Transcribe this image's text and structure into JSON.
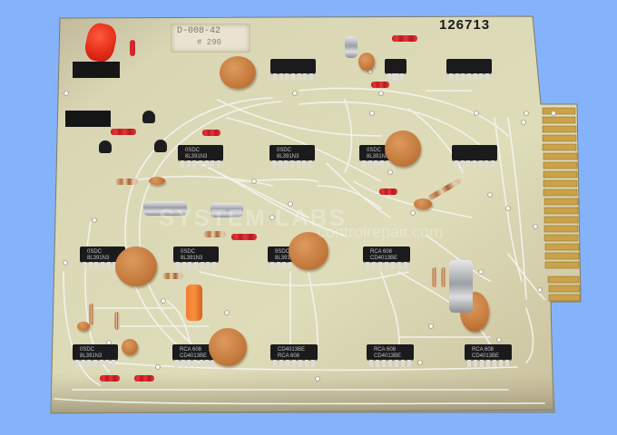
{
  "image": {
    "subject": "Printed circuit board with edge connector",
    "background_color": "#85b3fb",
    "board_color": "#d8d5b0"
  },
  "board": {
    "serial_number": "126713",
    "label_sticker": {
      "line1": "D-008-42 ",
      "line2": "# 290"
    }
  },
  "watermark": {
    "line1": "SYSTEM LABS",
    "line2": "controlrepair.com"
  },
  "ics": [
    {
      "id": "U1",
      "text": ""
    },
    {
      "id": "U2",
      "text": "0SDC\n8L391N3"
    },
    {
      "id": "U3",
      "text": "0SDC\n8L391N3"
    },
    {
      "id": "U4",
      "text": "0SDC\n8L391N3"
    },
    {
      "id": "U5",
      "text": ""
    },
    {
      "id": "U6",
      "text": "0SDC\n8L391N3"
    },
    {
      "id": "U7",
      "text": "0SDC\n8L391N3"
    },
    {
      "id": "U8",
      "text": "9SDC\n8L391N3"
    },
    {
      "id": "U9",
      "text": "0SDC\n8L391N3"
    },
    {
      "id": "U10",
      "text": "RCA 608\nCD4013BE"
    },
    {
      "id": "U11",
      "text": "0SDC\n8L391N3"
    },
    {
      "id": "U12",
      "text": "RCA 608\nCD4013BE"
    },
    {
      "id": "U13",
      "text": "CD4013BE\nRCA 608"
    },
    {
      "id": "U14",
      "text": "RCA 608\nCD4013BE"
    },
    {
      "id": "U15",
      "text": "RCA 608\nCD4013BE"
    }
  ],
  "edge_connector": {
    "finger_count": 21,
    "color": "#c9a24a"
  }
}
